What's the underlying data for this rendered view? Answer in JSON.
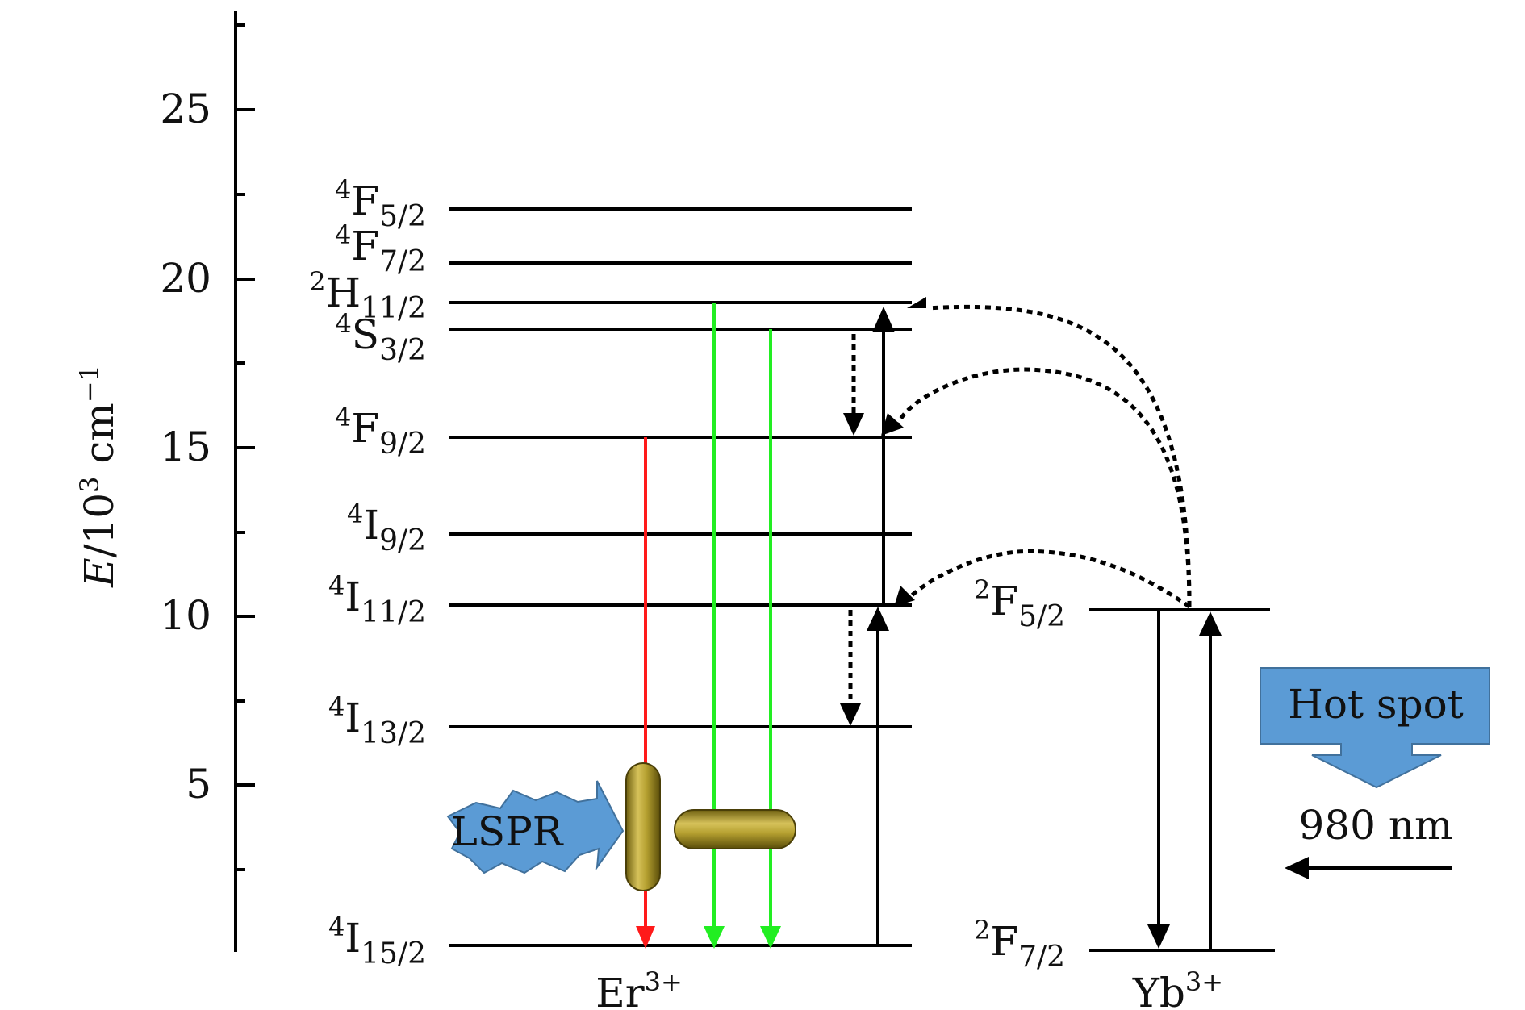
{
  "diagram": {
    "axis": {
      "title_var": "E",
      "title_mid": "/10",
      "title_exp": "3",
      "title_unit": " cm",
      "title_unit_exp": "−1",
      "ticks": [
        "25",
        "20",
        "15",
        "10",
        "5"
      ]
    },
    "er_levels": [
      {
        "sup": "4",
        "term": "F",
        "sub": "5/2"
      },
      {
        "sup": "4",
        "term": "F",
        "sub": "7/2"
      },
      {
        "sup": "2",
        "term": "H",
        "sub": "11/2"
      },
      {
        "sup": "4",
        "term": "S",
        "sub": "3/2"
      },
      {
        "sup": "4",
        "term": "F",
        "sub": "9/2"
      },
      {
        "sup": "4",
        "term": "I",
        "sub": "9/2"
      },
      {
        "sup": "4",
        "term": "I",
        "sub": "11/2"
      },
      {
        "sup": "4",
        "term": "I",
        "sub": "13/2"
      },
      {
        "sup": "4",
        "term": "I",
        "sub": "15/2"
      }
    ],
    "yb_levels": [
      {
        "sup": "2",
        "term": "F",
        "sub": "5/2"
      },
      {
        "sup": "2",
        "term": "F",
        "sub": "7/2"
      }
    ],
    "er_ion": {
      "base": "Er",
      "sup": "3+"
    },
    "yb_ion": {
      "base": "Yb",
      "sup": "3+"
    },
    "lspr_label": "LSPR",
    "hot_spot_label": "Hot spot",
    "excitation_label": "980 nm",
    "colors": {
      "red_emission": "#ff1a1a",
      "green_emission": "#22ee22",
      "callout_fill": "#5b9bd5",
      "callout_stroke": "#41719c",
      "gold_rod": "#b5a030"
    }
  }
}
